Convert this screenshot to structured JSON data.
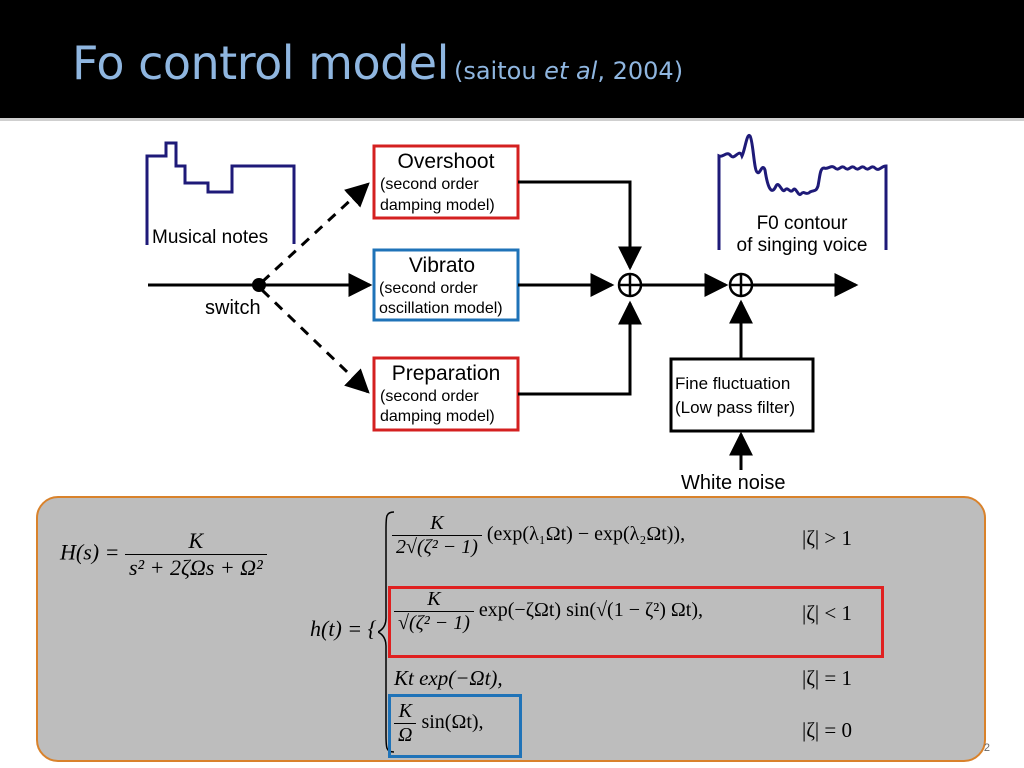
{
  "title": {
    "main": "Fo control model",
    "sub_open": "(saitou ",
    "sub_italic": "et al",
    "sub_close": ", 2004)"
  },
  "diagram": {
    "musical_notes_label": "Musical notes",
    "switch_label": "switch",
    "blocks": {
      "overshoot": {
        "title": "Overshoot",
        "line1": "(second order",
        "line2": "damping model)",
        "border": "#d42020"
      },
      "vibrato": {
        "title": "Vibrato",
        "line1": "(second order",
        "line2": "oscillation model)",
        "border": "#1f73b8"
      },
      "preparation": {
        "title": "Preparation",
        "line1": "(second order",
        "line2": "damping model)",
        "border": "#d42020"
      },
      "fine": {
        "line1": "Fine fluctuation",
        "line2": "(Low pass filter)",
        "border": "#000000"
      }
    },
    "f0_label_line1": "F0 contour",
    "f0_label_line2": "of singing voice",
    "white_noise_label": "White noise",
    "sum_symbol": "⊕",
    "curve_color": "#1e1a78"
  },
  "equations": {
    "H_lhs": "H(s) = ",
    "H_num": "K",
    "H_den": "s² + 2ζΩs + Ω²",
    "h_lhs": "h(t) = {",
    "case1_num": "K",
    "case1_den": "2√(ζ² − 1)",
    "case1_expr": "(exp(λ₁Ωt) − exp(λ₂Ωt)),",
    "case1_cond": "|ζ| > 1",
    "case2_num": "K",
    "case2_den": "√(ζ² − 1)",
    "case2_expr": "exp(−ζΩt) sin(√(1 − ζ²) Ωt),",
    "case2_cond": "|ζ| < 1",
    "case3_expr": "Kt exp(−Ωt),",
    "case3_cond": "|ζ| = 1",
    "case4_num": "K",
    "case4_den": "Ω",
    "case4_expr": "sin(Ωt),",
    "case4_cond": "|ζ| = 0",
    "panel_border": "#d9822b",
    "panel_fill": "#bdbdbd",
    "highlight_red": "#e02020",
    "highlight_blue": "#1f73b8"
  },
  "page_number": "2"
}
